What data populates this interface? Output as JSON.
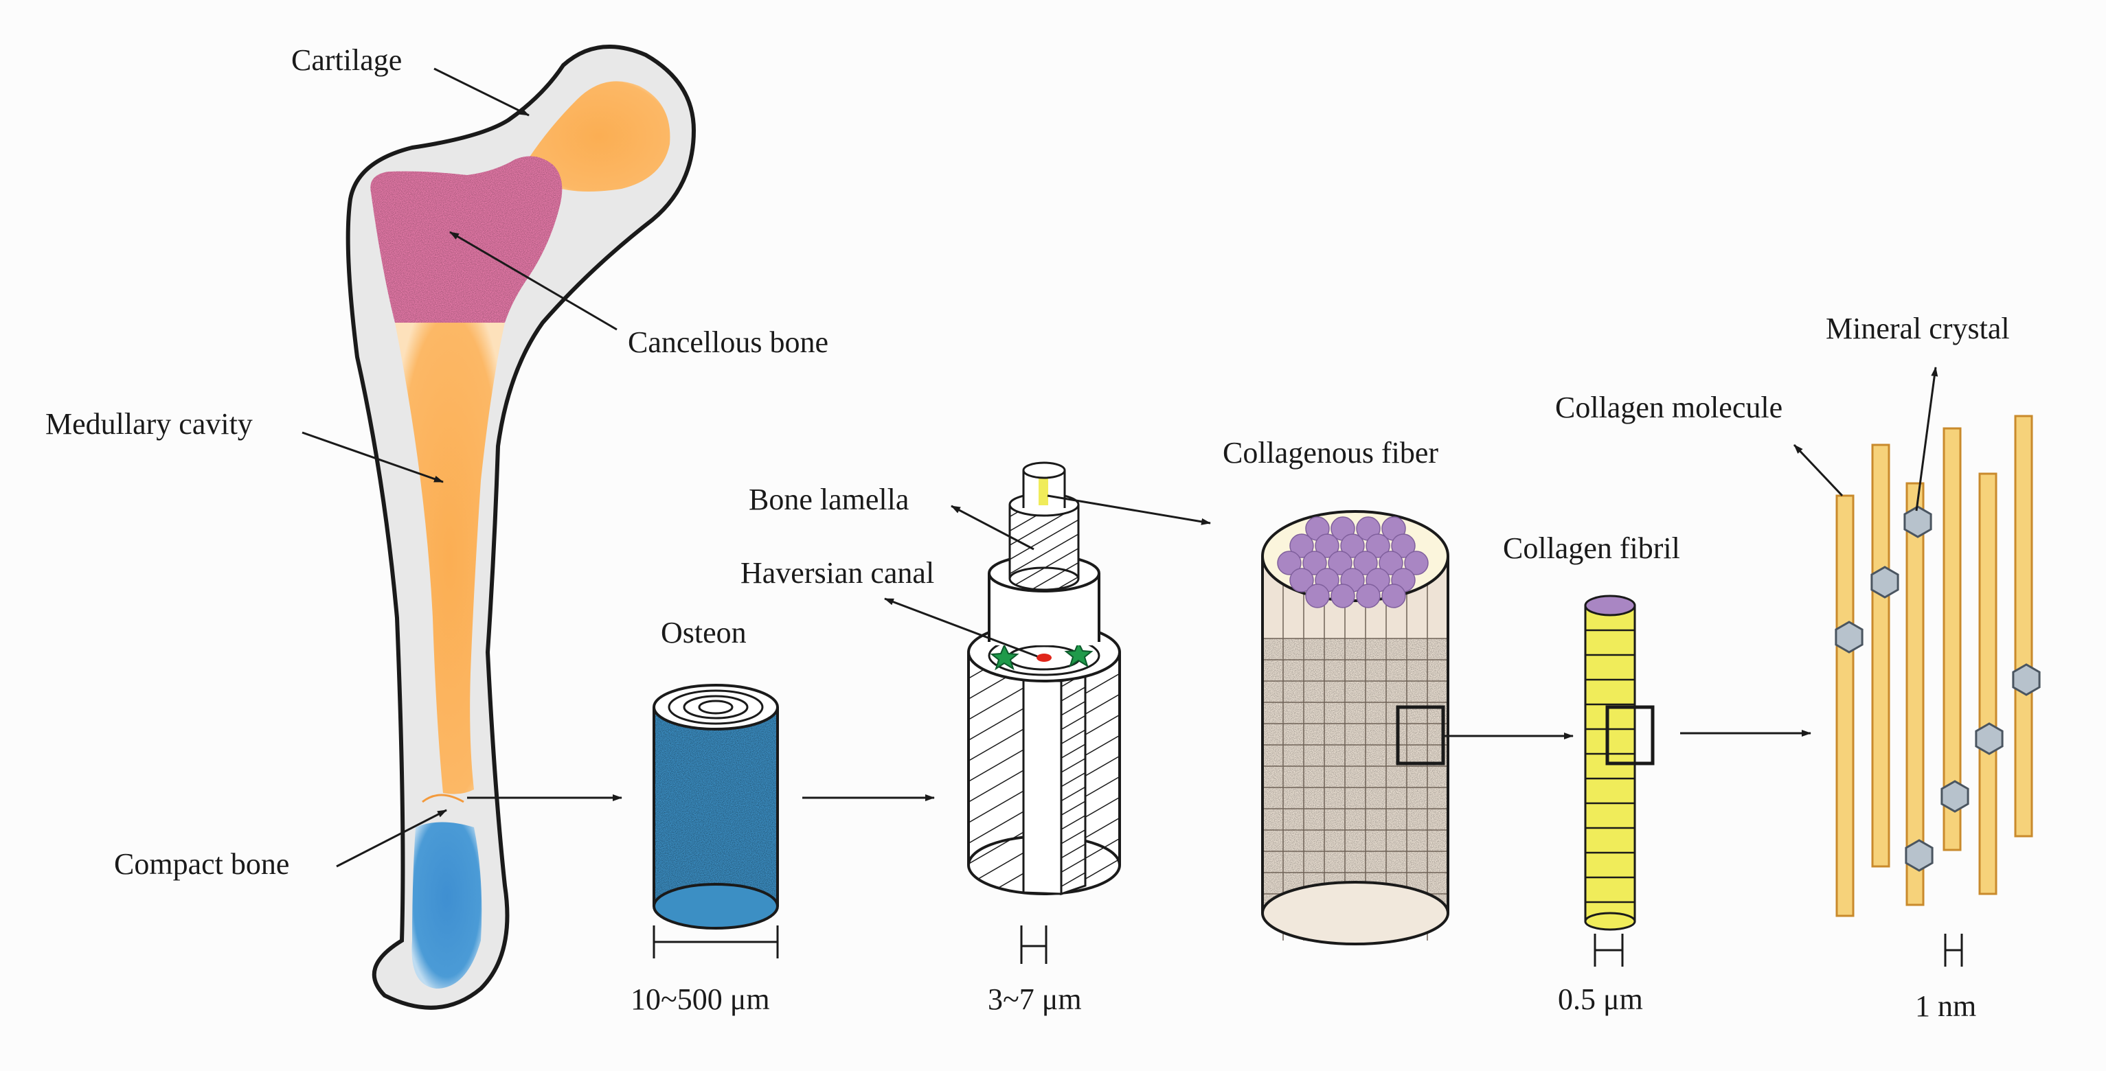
{
  "labels": {
    "cartilage": "Cartilage",
    "cancellous_bone": "Cancellous bone",
    "medullary_cavity": "Medullary cavity",
    "compact_bone": "Compact bone",
    "osteon": "Osteon",
    "bone_lamella": "Bone lamella",
    "haversian_canal": "Haversian canal",
    "collagenous_fiber": "Collagenous fiber",
    "collagen_fibril": "Collagen fibril",
    "collagen_molecule": "Collagen molecule",
    "mineral_crystal": "Mineral crystal"
  },
  "scales": {
    "osteon": "10~500 μm",
    "lamella": "3~7 μm",
    "fibril": "0.5 μm",
    "molecule": "1 nm"
  },
  "colors": {
    "cartilage": "#fbb561",
    "cancellous": "#e67aa9",
    "medullary": "#fbb561",
    "compact": "#4b9bd6",
    "osteon_surface": "#3c8fc4",
    "bone_outline": "#1a1a1a",
    "bone_shell": "#e6e6e6",
    "fiber_head": "#a986c3",
    "fiber_grid": "#d9cdbf",
    "fibril_body": "#f0ec5a",
    "fibril_head": "#a986c3",
    "molecule_rod": "#f6d27a",
    "crystal": "#b7c2cc",
    "haversian_star": "#1f9a4a",
    "haversian_dot": "#e0261b"
  }
}
